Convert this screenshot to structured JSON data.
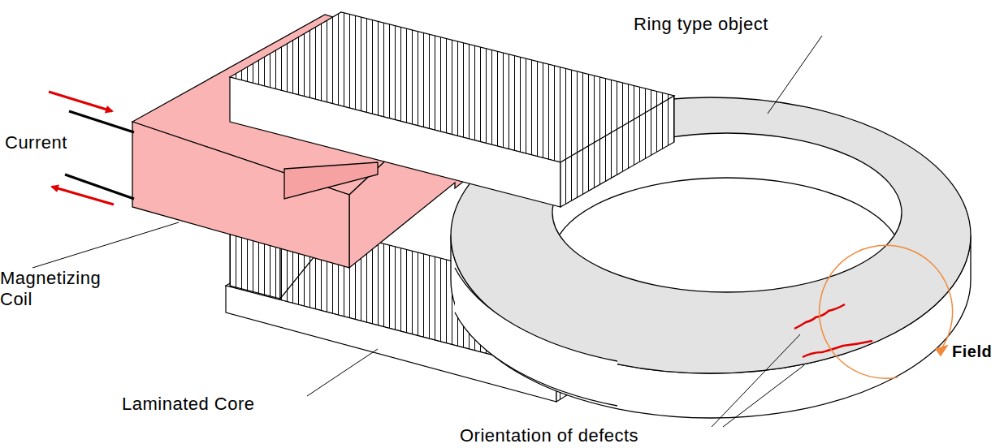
{
  "diagram": {
    "labels": [
      "Current",
      "Magnetizing Coil",
      "Laminated Core",
      "Ring type object",
      "Orientation of defects",
      "Field"
    ]
  }
}
